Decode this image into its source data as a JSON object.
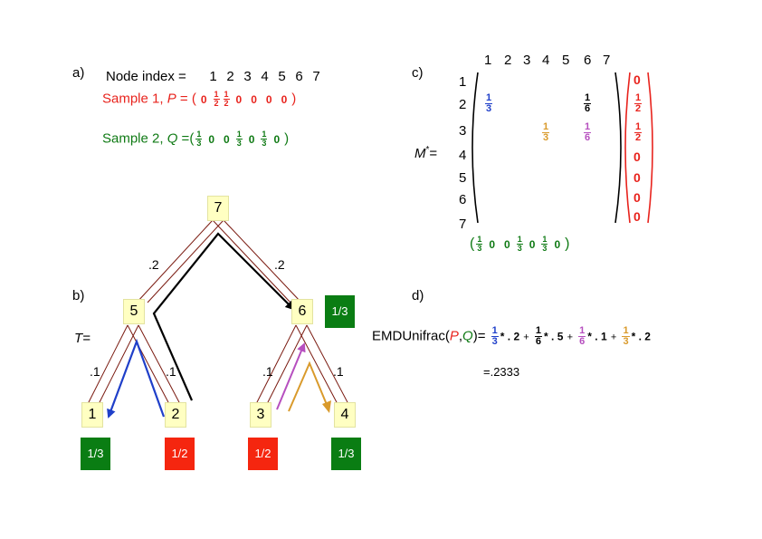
{
  "panel_labels": {
    "a": "a)",
    "b": "b)",
    "c": "c)",
    "d": "d)"
  },
  "section_a": {
    "node_index_label": "Node index =",
    "node_indices": [
      "1",
      "2",
      "3",
      "4",
      "5",
      "6",
      "7"
    ],
    "sample1_label": "Sample 1, ",
    "sample1_var": "P",
    "sample1_eq": " = (",
    "sample1_values": [
      "0",
      "1/2",
      "1/2",
      "0",
      "0",
      "0",
      "0"
    ],
    "sample2_label": "Sample 2, ",
    "sample2_var": "Q",
    "sample2_eq": " =(",
    "sample2_values": [
      "1/3",
      "0",
      "0",
      "1/3",
      "0",
      "1/3",
      "0"
    ],
    "close_paren": ")"
  },
  "tree": {
    "label": "T=",
    "nodes": {
      "n1": "1",
      "n2": "2",
      "n3": "3",
      "n4": "4",
      "n5": "5",
      "n6": "6",
      "n7": "7"
    },
    "edge_labels": {
      "e75": ".2",
      "e76": ".2",
      "e51": ".1",
      "e52": ".1",
      "e63": ".1",
      "e64": ".1"
    },
    "weights": {
      "w1": "1/3",
      "w2": "1/2",
      "w3": "1/2",
      "w4": "1/3",
      "w6": "1/3"
    },
    "colors": {
      "node_fill": "#ffffc2",
      "green_box": "#0a7d13",
      "red_box": "#f5260f",
      "tree_line": "#7a1a10",
      "blue_arrow": "#1f3fc9",
      "purple_arrow": "#b64fbf",
      "orange_arrow": "#d99a2b",
      "black_arrow": "#000000"
    }
  },
  "matrix": {
    "label": "M",
    "label_sup": "*",
    "label_eq": "=",
    "col_indices": [
      "1",
      "2",
      "3",
      "4",
      "5",
      "6",
      "7"
    ],
    "row_indices": [
      "1",
      "2",
      "3",
      "4",
      "5",
      "6",
      "7"
    ],
    "entries": [
      {
        "row": 2,
        "col": 1,
        "num": "1",
        "den": "3",
        "color": "blue"
      },
      {
        "row": 2,
        "col": 6,
        "num": "1",
        "den": "6",
        "color": "black"
      },
      {
        "row": 3,
        "col": 4,
        "num": "1",
        "den": "3",
        "color": "orange"
      },
      {
        "row": 3,
        "col": 6,
        "num": "1",
        "den": "6",
        "color": "purple"
      }
    ],
    "right_vector": [
      "0",
      "1/2",
      "1/2",
      "0",
      "0",
      "0",
      "0"
    ],
    "bottom_vector": [
      "1/3",
      "0",
      "0",
      "1/3",
      "0",
      "1/3",
      "0"
    ]
  },
  "section_d": {
    "func": "EMDUnifrac(",
    "arg_p": "P",
    "comma": ",",
    "arg_q": "Q",
    "close": ")=",
    "terms": [
      {
        "num": "1",
        "den": "3",
        "color": "blue",
        "mult": "* . 2"
      },
      {
        "num": "1",
        "den": "6",
        "color": "black",
        "mult": "* . 5"
      },
      {
        "num": "1",
        "den": "6",
        "color": "purple",
        "mult": "* . 1"
      },
      {
        "num": "1",
        "den": "3",
        "color": "orange",
        "mult": "* . 2"
      }
    ],
    "plus": "+",
    "result": "=.2333"
  }
}
